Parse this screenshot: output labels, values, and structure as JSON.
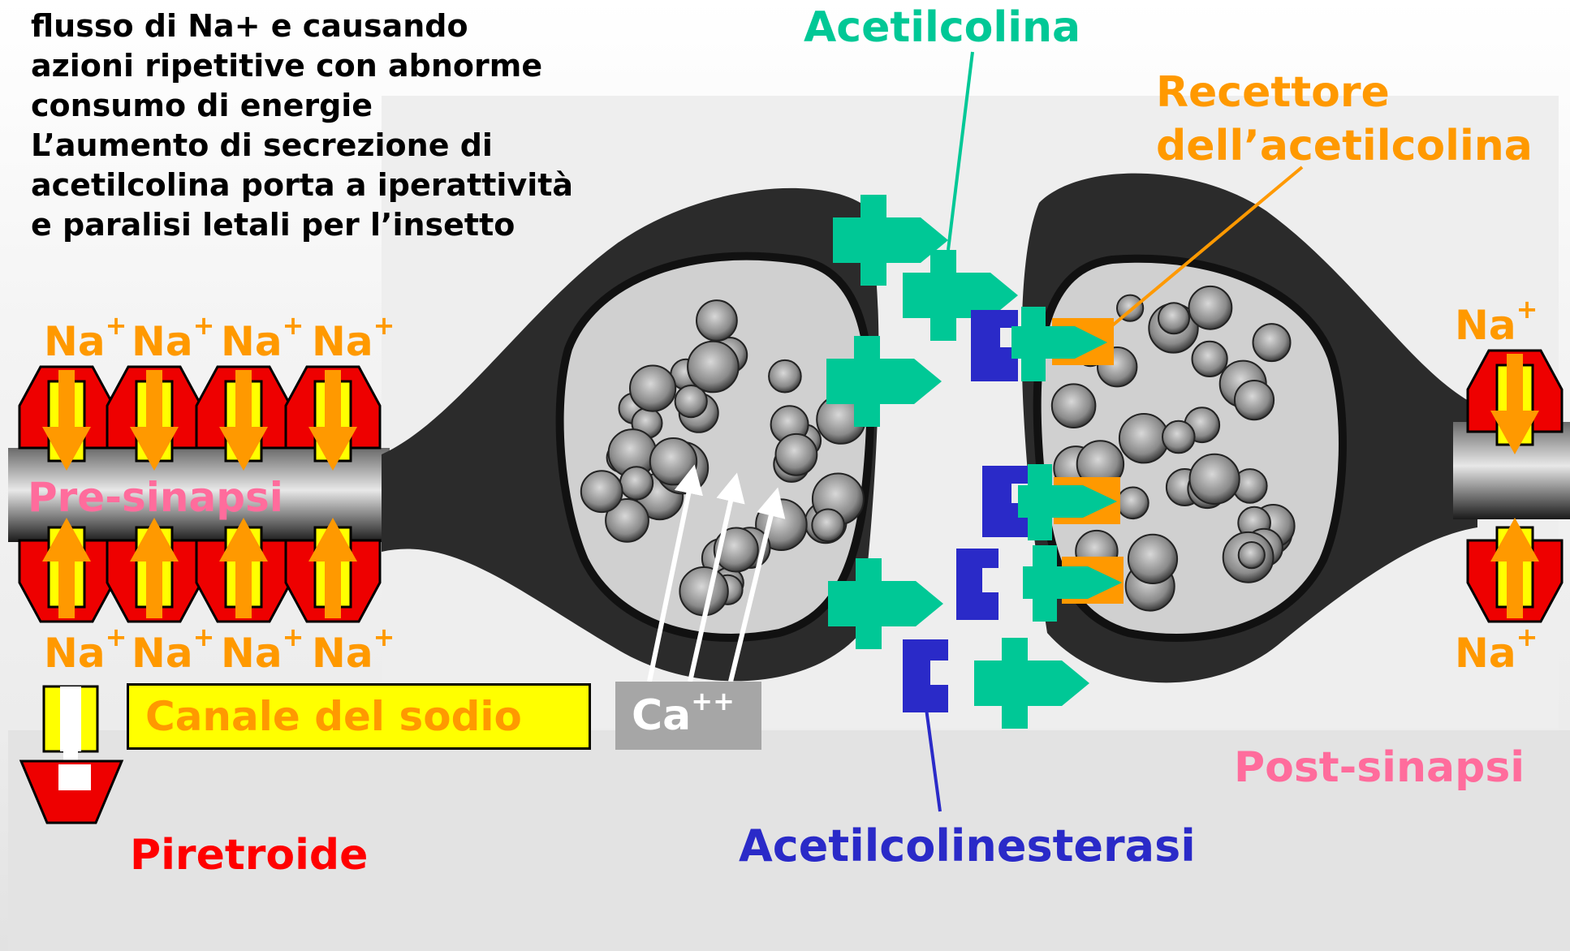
{
  "intro_lines": [
    "flusso di Na+ e causando",
    "azioni ripetitive con abnorme",
    "consumo di energie",
    "L’aumento di secrezione  di",
    "acetilcolina porta a iperattività",
    "e paralisi letali per l’insetto"
  ],
  "labels": {
    "acetilcolina": "Acetilcolina",
    "recettore_line1": "Recettore",
    "recettore_line2": "dell’acetilcolina",
    "pre_sinapsi": "Pre-sinapsi",
    "post_sinapsi": "Post-sinapsi",
    "canale": "Canale del sodio",
    "piretroide": "Piretroide",
    "acetilcolinesterasi": "Acetilcolinesterasi",
    "ca_base": "Ca",
    "ca_sup": "++",
    "na_base": "Na",
    "na_sup": "+"
  },
  "colors": {
    "acetilcolina": "#00c896",
    "recettore": "#ff9900",
    "esterasi": "#2a2ac8",
    "pre_post": "#ff6c9c",
    "piretroide": "#ff0000",
    "canale_fill": "#ffff00",
    "ca_box": "#a6a6a6"
  }
}
